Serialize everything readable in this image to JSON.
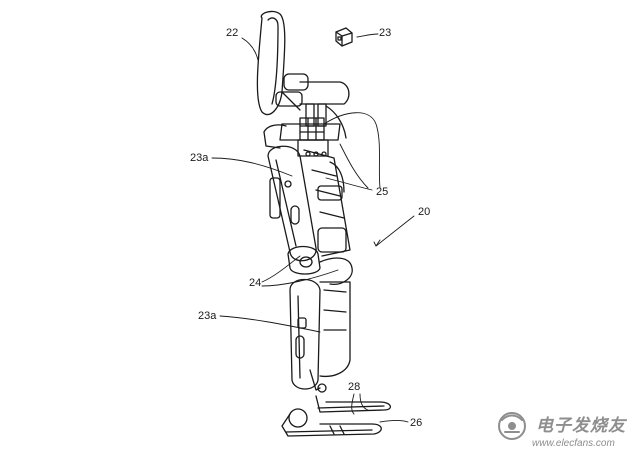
{
  "labels": {
    "l22": "22",
    "l23": "23",
    "l23a_top": "23a",
    "l25": "25",
    "l20": "20",
    "l24": "24",
    "l23a_bottom": "23a",
    "l28": "28",
    "l26": "26"
  },
  "watermark": {
    "brand": "电子发烧友",
    "url": "www.elecfans.com",
    "icon": "elecfans-logo-icon"
  },
  "colors": {
    "line": "#1a1a1a",
    "watermark": "#8e8e8e"
  }
}
